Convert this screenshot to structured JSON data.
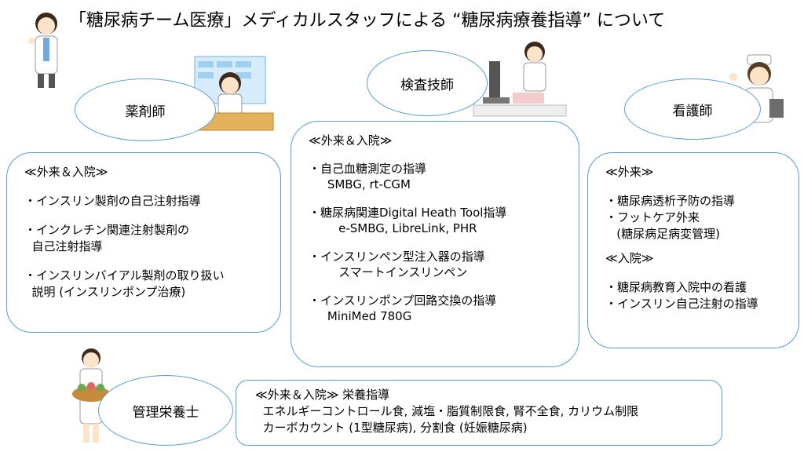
{
  "title": "「糖尿病チーム医療」メディカルスタッフによる “糖尿病療養指導” について",
  "roles": {
    "pharmacist": "薬剤師",
    "lab_tech": "検査技師",
    "nurse": "看護師",
    "dietitian": "管理栄養士"
  },
  "pharmacist_box": {
    "heading": "≪外来＆入院≫",
    "item1": "・インスリン製剤の自己注射指導",
    "item2a": "・インクレチン関連注射製剤の",
    "item2b": "  自己注射指導",
    "item3a": "・インスリンバイアル製剤の取り扱い",
    "item3b": "  説明 (インスリンポンプ治療)"
  },
  "lab_box": {
    "heading": "≪外来＆入院≫",
    "item1": "・自己血糖測定の指導",
    "item1sub": "     SMBG, rt-CGM",
    "item2": "・糖尿病関連Digital Heath Tool指導",
    "item2sub": "        e-SMBG, LibreLink, PHR",
    "item3": "・インスリンペン型注入器の指導",
    "item3sub": "        スマートインスリンペン",
    "item4": "・インスリンポンプ回路交換の指導",
    "item4sub": "     MiniMed 780G"
  },
  "nurse_box": {
    "heading1": "≪外来≫",
    "item1": "・糖尿病透析予防の指導",
    "item2": "・フットケア外来",
    "item2sub": "   (糖尿病足病変管理)",
    "heading2": "≪入院≫",
    "item3": "・糖尿病教育入院中の看護",
    "item4": "・インスリン自己注射の指導"
  },
  "diet_box": {
    "heading": "≪外来＆入院≫ 栄養指導",
    "line1": "  エネルギーコントロール食, 減塩・脂質制限食, 腎不全食, カリウム制限",
    "line2": "  カーボカウント (1型糖尿病), 分割食 (妊娠糖尿病)"
  },
  "colors": {
    "border": "#5b9bd5"
  }
}
